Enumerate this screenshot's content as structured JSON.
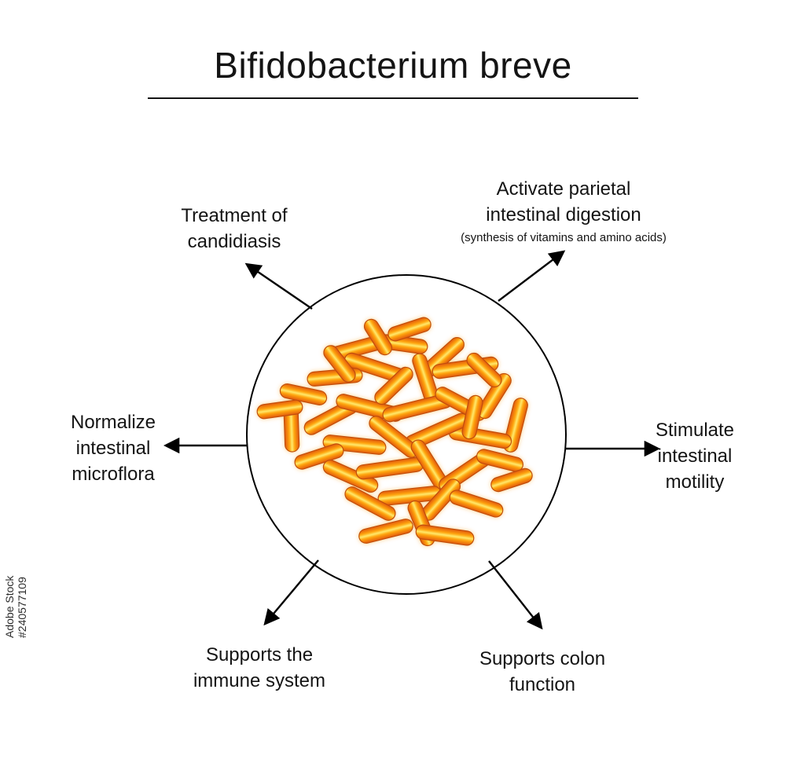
{
  "title": "Bifidobacterium breve",
  "labels": {
    "top_left": {
      "lines": [
        "Treatment of",
        "candidiasis"
      ]
    },
    "top_right": {
      "lines": [
        "Activate parietal",
        "intestinal digestion"
      ],
      "note": "(synthesis of vitamins and amino acids)"
    },
    "left": {
      "lines": [
        "Normalize",
        "intestinal",
        "microflora"
      ]
    },
    "right": {
      "lines": [
        "Stimulate",
        "intestinal",
        "motility"
      ]
    },
    "bottom_left": {
      "lines": [
        "Supports the",
        "immune system"
      ]
    },
    "bottom_right": {
      "lines": [
        "Supports colon",
        "function"
      ]
    }
  },
  "watermark": {
    "brand": "Adobe Stock",
    "id": "#240577109"
  },
  "colors": {
    "line": "#000000",
    "text": "#141414",
    "background": "#ffffff",
    "bacteria_edge": "#e2590a",
    "bacteria_mid": "#ffa50f",
    "bacteria_core": "#ffe96b",
    "bacteria_outline": "#c04e08",
    "watermark_text": "#2d2d2d"
  }
}
